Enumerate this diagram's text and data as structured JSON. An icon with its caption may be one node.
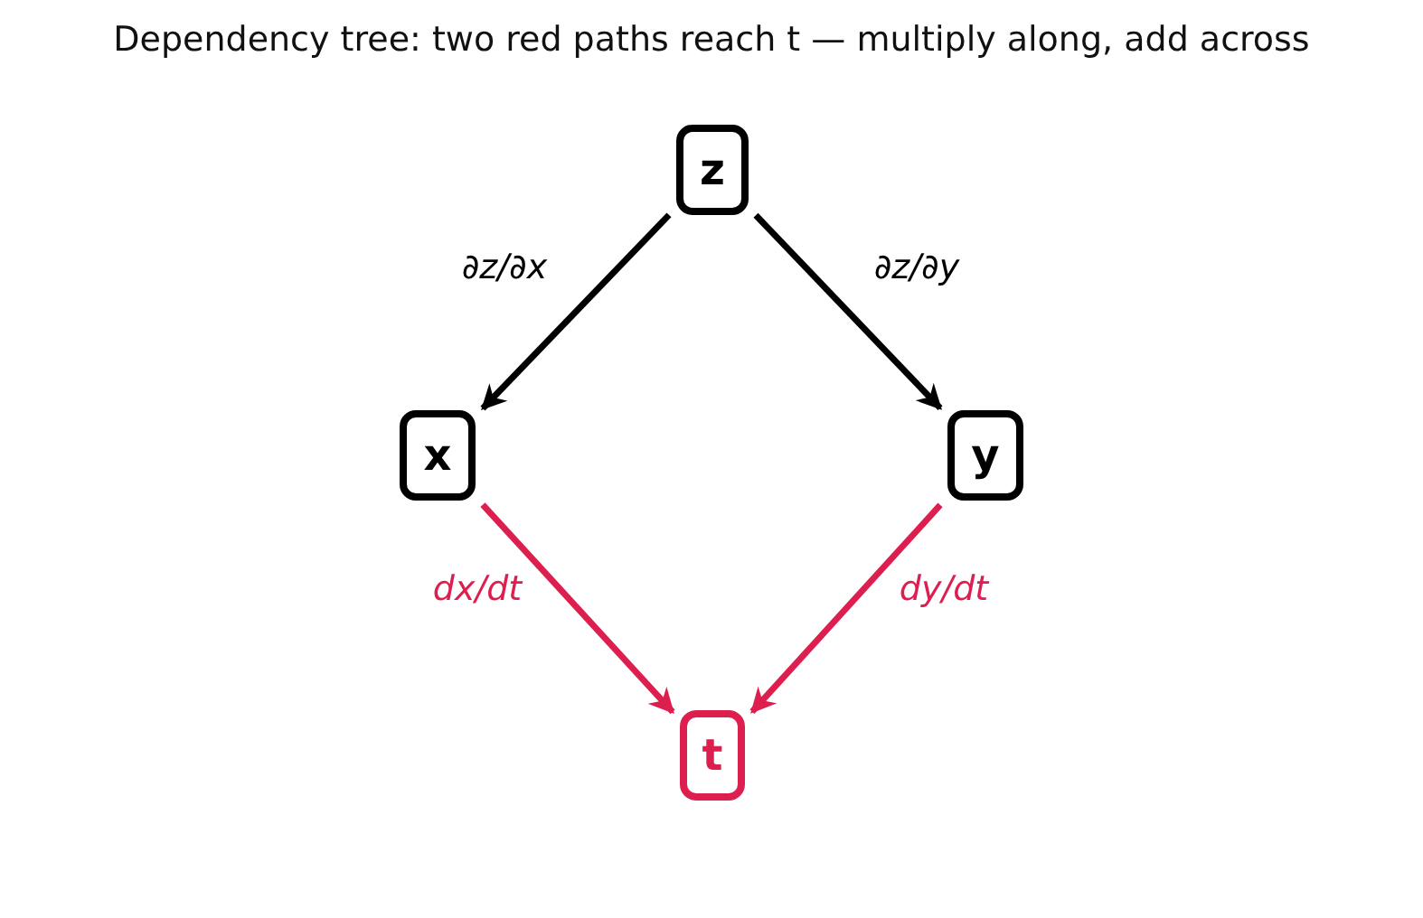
{
  "diagram": {
    "title": "Dependency tree: two red paths reach t — multiply along, add across",
    "nodes": [
      {
        "text": [
          "z"
        ]
      },
      {
        "text": [
          "x"
        ]
      },
      {
        "text": [
          "y"
        ]
      },
      {
        "text": [
          "t"
        ]
      }
    ],
    "edges": [
      {
        "from": 0,
        "to": 1,
        "arrow": "to",
        "label": "∂z/∂x"
      },
      {
        "from": 0,
        "to": 2,
        "arrow": "to",
        "label": "∂z/∂y"
      },
      {
        "from": 1,
        "to": 3,
        "arrow": "to",
        "label": "dx/dt",
        "color": "#dc1f4e"
      },
      {
        "from": 2,
        "to": 3,
        "arrow": "to",
        "label": "dy/dt",
        "color": "#dc1f4e"
      }
    ]
  }
}
